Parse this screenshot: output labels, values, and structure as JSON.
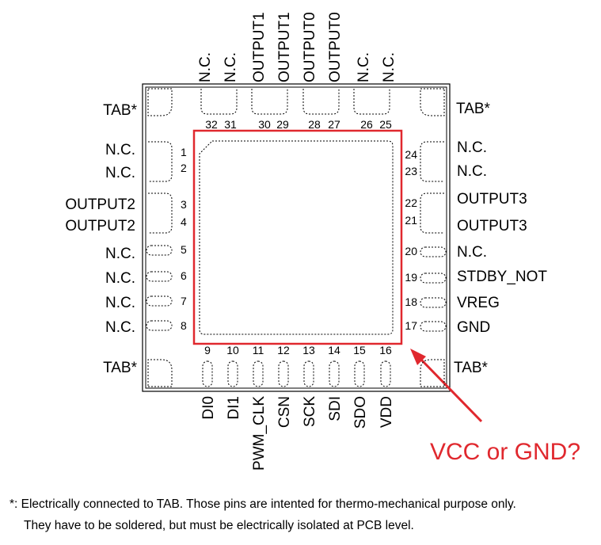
{
  "package": {
    "tab_label": "TAB*",
    "left_pins": [
      {
        "num": "1",
        "name": "N.C."
      },
      {
        "num": "2",
        "name": "N.C."
      },
      {
        "num": "3",
        "name": "OUTPUT2"
      },
      {
        "num": "4",
        "name": "OUTPUT2"
      },
      {
        "num": "5",
        "name": "N.C."
      },
      {
        "num": "6",
        "name": "N.C."
      },
      {
        "num": "7",
        "name": "N.C."
      },
      {
        "num": "8",
        "name": "N.C."
      }
    ],
    "right_pins": [
      {
        "num": "24",
        "name": "N.C."
      },
      {
        "num": "23",
        "name": "N.C."
      },
      {
        "num": "22",
        "name": "OUTPUT3"
      },
      {
        "num": "21",
        "name": "OUTPUT3"
      },
      {
        "num": "20",
        "name": "N.C."
      },
      {
        "num": "19",
        "name": "STDBY_NOT"
      },
      {
        "num": "18",
        "name": "VREG"
      },
      {
        "num": "17",
        "name": "GND"
      }
    ],
    "top_pins": [
      {
        "num": "32",
        "name": "N.C."
      },
      {
        "num": "31",
        "name": "N.C."
      },
      {
        "num": "30",
        "name": "OUTPUT1"
      },
      {
        "num": "29",
        "name": "OUTPUT1"
      },
      {
        "num": "28",
        "name": "OUTPUT0"
      },
      {
        "num": "27",
        "name": "OUTPUT0"
      },
      {
        "num": "26",
        "name": "N.C."
      },
      {
        "num": "25",
        "name": "N.C."
      }
    ],
    "bottom_pins": [
      {
        "num": "9",
        "name": "DI0"
      },
      {
        "num": "10",
        "name": "DI1"
      },
      {
        "num": "11",
        "name": "PWM_CLK"
      },
      {
        "num": "12",
        "name": "CSN"
      },
      {
        "num": "13",
        "name": "SCK"
      },
      {
        "num": "14",
        "name": "SDI"
      },
      {
        "num": "15",
        "name": "SDO"
      },
      {
        "num": "16",
        "name": "VDD"
      }
    ]
  },
  "annotation": {
    "text": "VCC or GND?",
    "color": "#e0282e"
  },
  "footnote": {
    "line1": "*: Electrically connected to TAB. Those pins are intented for thermo-mechanical purpose only.",
    "line2": "They have to be soldered, but must be electrically isolated at PCB level."
  }
}
